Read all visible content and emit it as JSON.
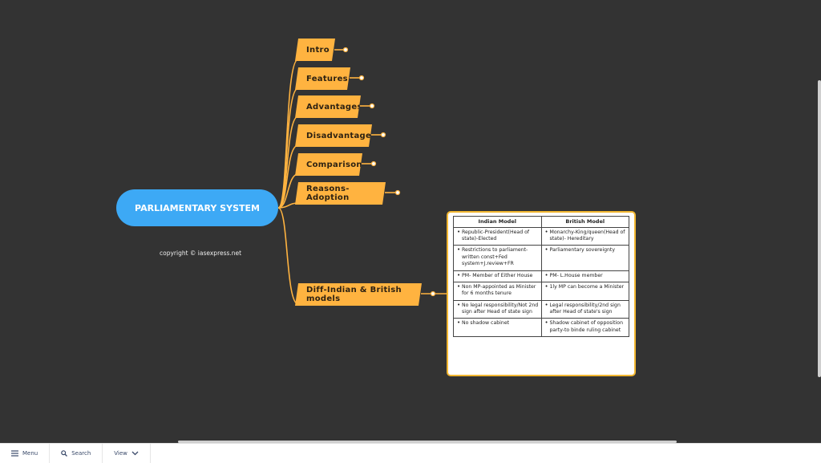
{
  "root": {
    "label": "PARLIAMENTARY SYSTEM"
  },
  "copyright": "copyright © iasexpress.net",
  "branches": [
    {
      "label": "Intro"
    },
    {
      "label": "Features"
    },
    {
      "label": "Advantages"
    },
    {
      "label": "Disadvantages"
    },
    {
      "label": "Comparison"
    },
    {
      "label": "Reasons-Adoption"
    },
    {
      "label": "Diff-Indian & British models"
    }
  ],
  "comparison_table": {
    "headers": [
      "Indian Model",
      "British Model"
    ],
    "rows": [
      [
        "Republic-President(Head of state)-Elected",
        "Monarchy-King/queen(Head of state)- Hereditary"
      ],
      [
        "Restrictions to parliament-written const+Fed system+J.review+FR",
        "Parliamentary sovereignty"
      ],
      [
        "PM- Member of Either House",
        "PM- L.House member"
      ],
      [
        "Non MP-appointed as Minister for 6 months tenure",
        "1ly MP can become a Minister"
      ],
      [
        "No legal responsibility/Not 2nd sign after Head of state sign",
        "Legal responsibility/2nd sign after Head of state's sign"
      ],
      [
        "No shadow cabinet",
        "Shadow cabinet of opposition party-to binde ruling cabinet"
      ]
    ]
  },
  "colors": {
    "background": "#333333",
    "root": "#3da9f5",
    "branch": "#ffb340",
    "table_border": "#f2b731"
  },
  "bottombar": {
    "menu": "Menu",
    "search": "Search",
    "view": "View"
  }
}
